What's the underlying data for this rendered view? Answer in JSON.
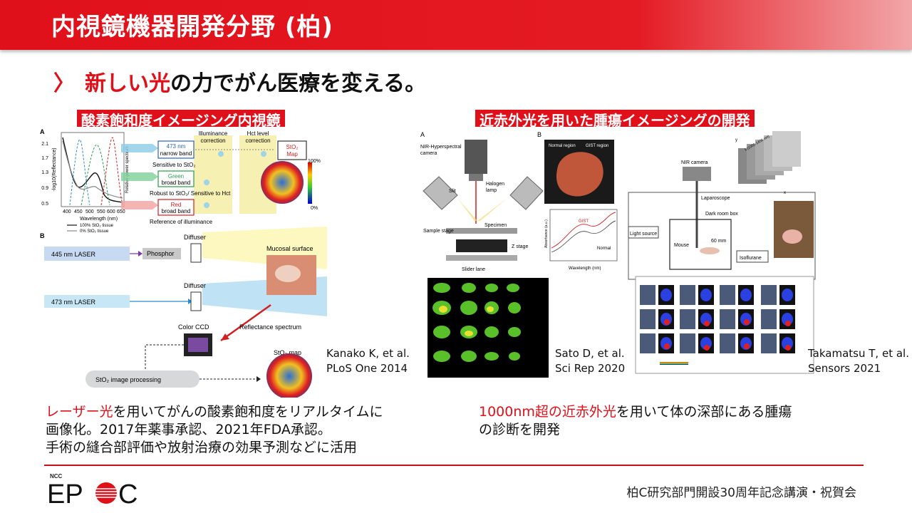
{
  "header": {
    "title": "内視鏡機器開発分野 (柏)"
  },
  "headline": {
    "chevron": "〉",
    "highlight": "新しい光",
    "rest": "の力でがん医療を変える。"
  },
  "left": {
    "label": "酸素飽和度イメージング内視鏡",
    "figure": {
      "panel_a": "A",
      "panel_b": "B",
      "y_axis": "-log10(Reflectance)",
      "y_axis_right": "Relative power spectrum",
      "x_axis": "Wavelength (nm)",
      "x_ticks": [
        "400",
        "450",
        "500",
        "550",
        "600",
        "650"
      ],
      "y_ticks": [
        "2.1",
        "1.7",
        "1.3",
        "0.9",
        "0.5"
      ],
      "legend_1": "100% StO₂ tissue",
      "legend_2": "0% StO₂ tissue",
      "band_1": "473 nm",
      "band_1b": "narrow band",
      "band_2": "Green",
      "band_2b": "broad band",
      "band_3": "Red",
      "band_3b": "broad band",
      "illum": "Illuminance",
      "illum_b": "correction",
      "hct": "Hct level",
      "hct_b": "correction",
      "map": "StO₂",
      "map_b": "Map",
      "sens": "Sensitive to StO₂",
      "robust": "Robust to StO₂/ Sensitive to Hct",
      "ref": "Reference of illuminance",
      "pct_100": "100%",
      "pct_0": "0%",
      "laser_1": "445 nm LASER",
      "laser_2": "473 nm LASER",
      "phosphor": "Phosphor",
      "diffuser_1": "Diffuser",
      "diffuser_2": "Diffuser",
      "mucosal": "Mucosal surface",
      "ccd": "Color CCD",
      "reflect": "Reflectance spectrum",
      "proc": "StO₂ image processing",
      "map_label": "StO₂ map"
    },
    "citation": [
      "Kanako K, et al.",
      "PLoS One 2014"
    ],
    "desc_red": "レーザー光",
    "desc_line1": "を用いてがんの酸素飽和度をリアルタイムに",
    "desc_line2": "画像化。2017年薬事承認、2021年FDA承認。",
    "desc_line3": "手術の縫合部評価や放射治療の効果予測などに活用"
  },
  "right": {
    "label": "近赤外光を用いた腫瘍イメージングの開発",
    "figure": {
      "panel_a": "A",
      "panel_b": "B",
      "nir_hs": "NIR-Hyperspectral",
      "nir_hs_b": "camera",
      "slit": "Slit",
      "halogen": "Halogen",
      "halogen_b": "lamp",
      "specimen": "Specimen",
      "sample_stage": "Sample stage",
      "z_stage": "Z stage",
      "slider": "Slider lane",
      "normal_region": "Normal region",
      "gist_region": "GIST region",
      "gist": "GIST",
      "normal": "Normal",
      "wavelength": "Wavelength (nm)",
      "absorbance": "Absorbance (a.u.)",
      "nir_camera": "NIR camera",
      "laparoscope": "Laparoscope",
      "dark_room": "Dark room box",
      "light_source": "Light source",
      "mouse": "Mouse",
      "isoflurane": "Isoflurane",
      "dist": "60 mm",
      "lambda": "λ (1000-1400 nm)",
      "ax_x": "x",
      "ax_y": "y"
    },
    "citation_1": [
      "Sato D, et al.",
      "Sci Rep 2020"
    ],
    "citation_2": [
      "Takamatsu T, et al.",
      "Sensors 2021"
    ],
    "desc_red": "1000nm超の近赤外光",
    "desc_line1": "を用いて体の深部にある腫瘍",
    "desc_line2": "の診断を開発"
  },
  "logo": {
    "small": "NCC",
    "text_a": "EP",
    "text_b": "C"
  },
  "footer": {
    "text": "柏C研究部門開設30周年記念講演・祝賀会"
  },
  "colors": {
    "accent": "#e0101a"
  }
}
